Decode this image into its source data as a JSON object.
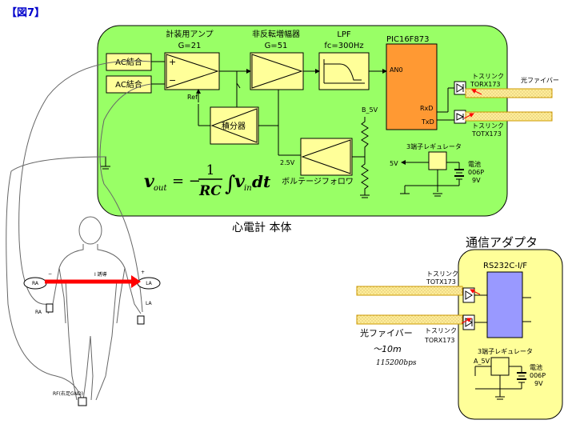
{
  "figure_label": "【図7】",
  "main_unit": {
    "caption": "心電計 本体",
    "ac_coupling": [
      "AC結合",
      "AC結合"
    ],
    "instrumentation_amp": {
      "title": "計装用アンプ",
      "gain": "G=21",
      "plus": "+",
      "minus": "−"
    },
    "ref_label": "Ref",
    "noninverting_amp": {
      "title": "非反転増幅器",
      "gain": "G=51"
    },
    "lpf": {
      "title": "LPF",
      "cutoff": "fc=300Hz"
    },
    "mcu": {
      "title": "PIC16F873",
      "an0": "AN0",
      "rxd": "RxD",
      "txd": "TxD"
    },
    "integrator": "積分器",
    "voltage_follower": "ボルテージフォロワ",
    "v25": "2.5V",
    "v5_label": "B_5V",
    "v5_out": "5V",
    "regulator": "3端子レギュレータ",
    "battery": [
      "電池",
      "006P",
      "9V"
    ],
    "receiver": [
      "トスリンク",
      "TORX173"
    ],
    "transmitter": [
      "トスリンク",
      "TOTX173"
    ],
    "fiber": "光ファイバー",
    "formula": {
      "vout": "v",
      "vout_sub": "out",
      "eq": "= −",
      "num": "1",
      "den": "RC",
      "integral": "∫",
      "vin": "v",
      "vin_sub": "in",
      "dt": "dt"
    }
  },
  "adapter": {
    "caption": "通信アダプタ",
    "rs232c": "RS232C-I/F",
    "transmitter": [
      "トスリンク",
      "TOTX173"
    ],
    "receiver": [
      "トスリンク",
      "TORX173"
    ],
    "fiber": "光ファイバー",
    "distance": "～10m",
    "baud": "115200bps",
    "regulator": "3端子レギュレータ",
    "v5_label": "A_5V",
    "battery": [
      "電池",
      "006P",
      "9V"
    ]
  },
  "body": {
    "ra": "RA",
    "la": "LA",
    "ra_small": "RA",
    "la_small": "LA",
    "minus": "−",
    "plus": "+",
    "lead": "I 誘導",
    "rf": "RF(右足GND)"
  },
  "colors": {
    "main_fill": "#99ff66",
    "adapter_fill": "#ffff99",
    "block_fill": "#ffff99",
    "mcu_fill": "#ff9933",
    "rs232_fill": "#9999ff",
    "fiber_fill": "#ffee99",
    "arrow": "#ff0000",
    "title": "#0000cc"
  }
}
